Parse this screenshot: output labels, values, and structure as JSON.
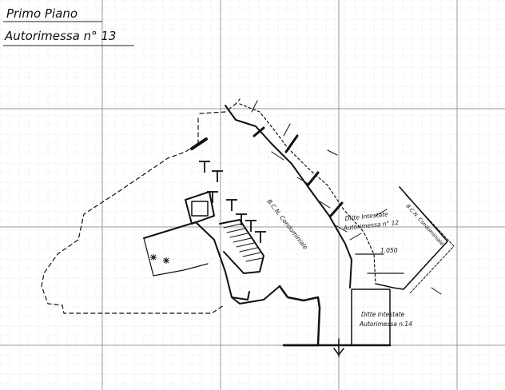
{
  "header": {
    "line1": "Primo Piano",
    "line2": "Autorimessa  n° 13"
  },
  "labels": {
    "corridor": "B.C.N. Condominiale",
    "ditta_top_1": "Ditte Intestate",
    "ditta_top_2": "Autorimessa n° 12",
    "small": "1.050",
    "ditta_bottom_1": "Ditte Intestate",
    "ditta_bottom_2": "Autorimessa n.14",
    "right_strip": "B.C.N. Condominiale"
  },
  "colors": {
    "grid_major": "#9a9a9a",
    "grid_minor": "#c8c8c8",
    "ink": "#111111"
  }
}
